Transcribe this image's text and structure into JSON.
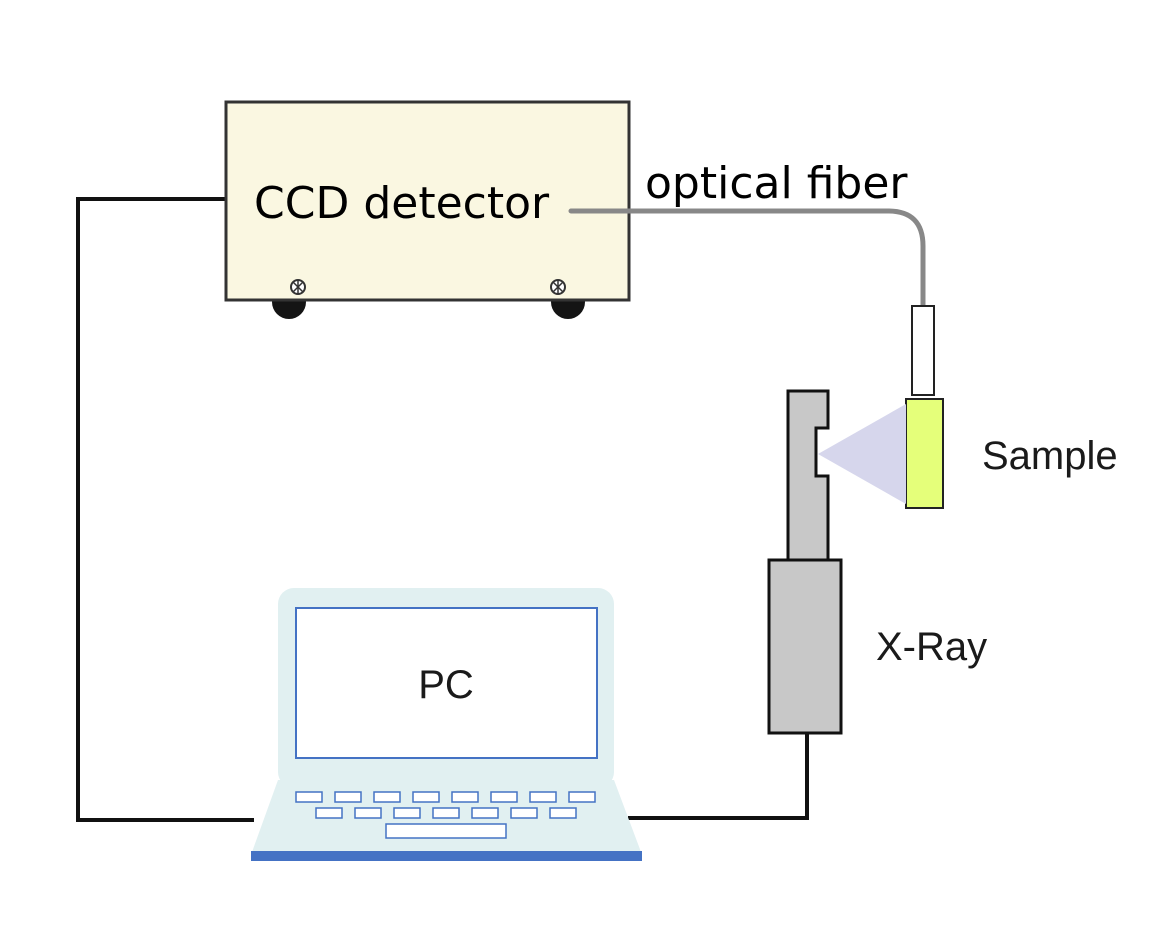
{
  "labels": {
    "ccd_detector": "CCD detector",
    "optical_fiber": "optical fiber",
    "sample": "Sample",
    "xray": "X-Ray",
    "pc": "PC"
  },
  "colors": {
    "ccd_fill": "#faf7e1",
    "ccd_stroke": "#333333",
    "fiber": "#888888",
    "sample_fill": "#e5ff7a",
    "beam": "#d6d6ec",
    "xray_fill": "#c8c8c8",
    "laptop_body": "#e1f0f1",
    "laptop_accent": "#4472c4",
    "cable": "#111111"
  }
}
